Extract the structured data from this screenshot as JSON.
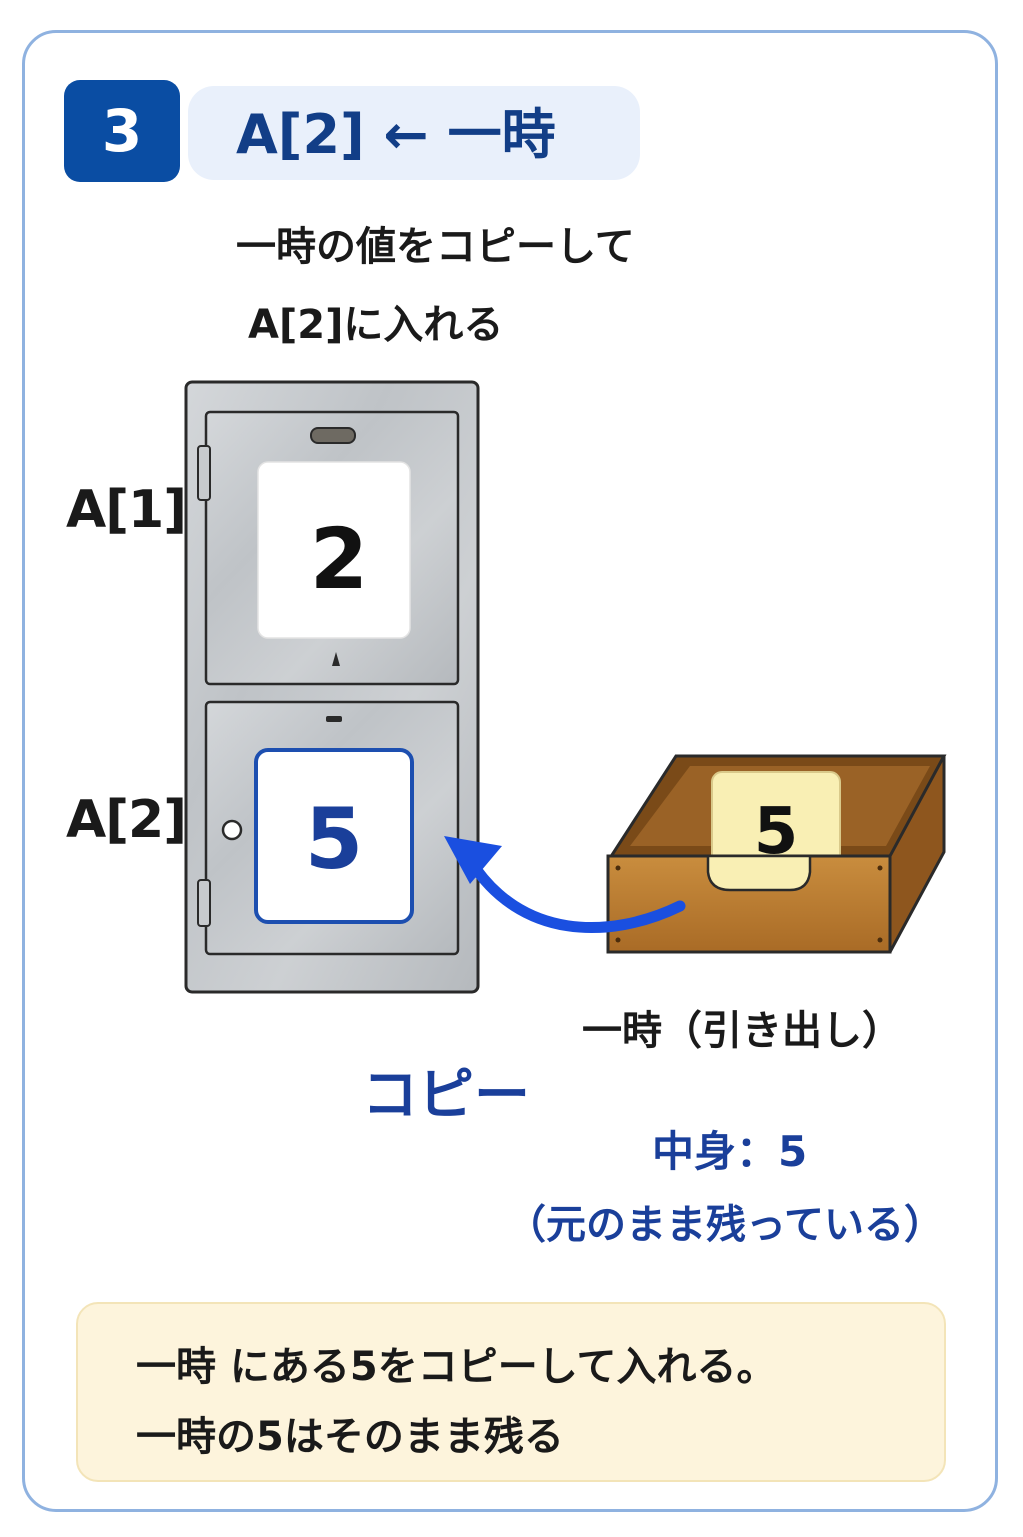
{
  "step": {
    "number": "3",
    "title": "A[2] ← 一時"
  },
  "description": {
    "line1": "一時の値をコピーして",
    "line2": "A[2]に入れる"
  },
  "locker": {
    "rows": [
      {
        "label": "A[1]",
        "value": "2"
      },
      {
        "label": "A[2]",
        "value": "5"
      }
    ]
  },
  "drawer": {
    "card_value": "5",
    "caption": "一時（引き出し）"
  },
  "arrow": {
    "label": "コピー",
    "color": "#1a4fe0"
  },
  "status": {
    "content": "中身：5",
    "remain": "（元のまま残っている）"
  },
  "note": {
    "line1": "一時 にある5をコピーして入れる。",
    "line2": "一時の5はそのまま残る"
  },
  "colors": {
    "accent": "#0a4da3",
    "title_text": "#123e87",
    "blue_text": "#1a3f9a",
    "note_bg": "#fdf4dc"
  }
}
